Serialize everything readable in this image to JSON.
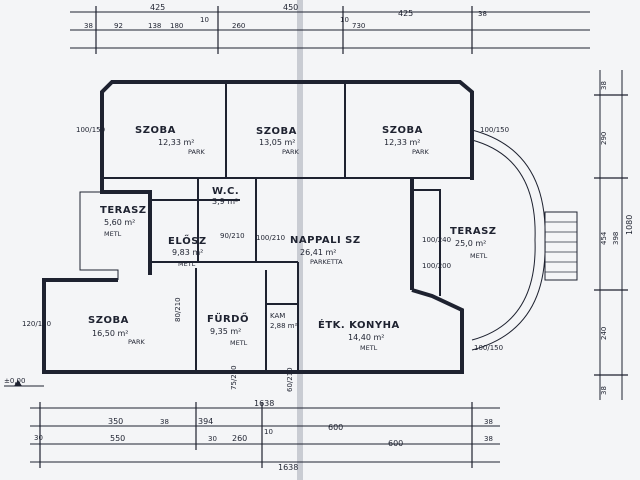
{
  "colors": {
    "paper": "#f4f5f7",
    "ink": "#1e2230",
    "fold": "#c9ccd3"
  },
  "rooms": [
    {
      "key": "szoba_nw",
      "name": "SZOBA",
      "area": "12,33 m²",
      "floor": "PARK"
    },
    {
      "key": "szoba_nc",
      "name": "SZOBA",
      "area": "13,05 m²",
      "floor": "PARK"
    },
    {
      "key": "szoba_ne",
      "name": "SZOBA",
      "area": "12,33 m²",
      "floor": "PARK"
    },
    {
      "key": "wc",
      "name": "W.C.",
      "area": "3,9 m²",
      "floor": ""
    },
    {
      "key": "terasz_w",
      "name": "TERASZ",
      "area": "5,60 m²",
      "floor": "METL"
    },
    {
      "key": "eloter",
      "name": "ELŐSZ",
      "area": "9,83 m²",
      "floor": "METL"
    },
    {
      "key": "nappali",
      "name": "NAPPALI SZ",
      "area": "26,41 m²",
      "floor": "PARKETTA"
    },
    {
      "key": "terasz_e",
      "name": "TERASZ",
      "area": "25,0 m²",
      "floor": "METL"
    },
    {
      "key": "szoba_sw",
      "name": "SZOBA",
      "area": "16,50 m²",
      "floor": "PARK"
    },
    {
      "key": "furdo",
      "name": "FÜRDŐ",
      "area": "9,35 m²",
      "floor": "METL"
    },
    {
      "key": "kamra",
      "name": "KAM",
      "area": "2,88 m²",
      "floor": ""
    },
    {
      "key": "konyha",
      "name": "ÉTK. KONYHA",
      "area": "14,40 m²",
      "floor": "METL"
    }
  ],
  "level": "±0,00",
  "dims_top_row1": [
    "425",
    "450",
    "425"
  ],
  "dims_top_row2": [
    "38",
    "92",
    "138",
    "180",
    "10",
    "260",
    "10",
    "730",
    "38"
  ],
  "dims_bottom_row1": [
    "350",
    "38",
    "394",
    "1638",
    "38"
  ],
  "dims_bottom_row2": [
    "30",
    "550",
    "30",
    "260",
    "10",
    "600",
    "600",
    "38"
  ],
  "dims_bottom_total": "1638",
  "dims_right": [
    "38",
    "290",
    "1080",
    "454",
    "398",
    "240",
    "38"
  ],
  "openings": [
    "100/150",
    "100/150",
    "120/150",
    "100/210",
    "100/240",
    "100/200",
    "100/150",
    "90/210",
    "80/210",
    "75/210",
    "60/210"
  ]
}
